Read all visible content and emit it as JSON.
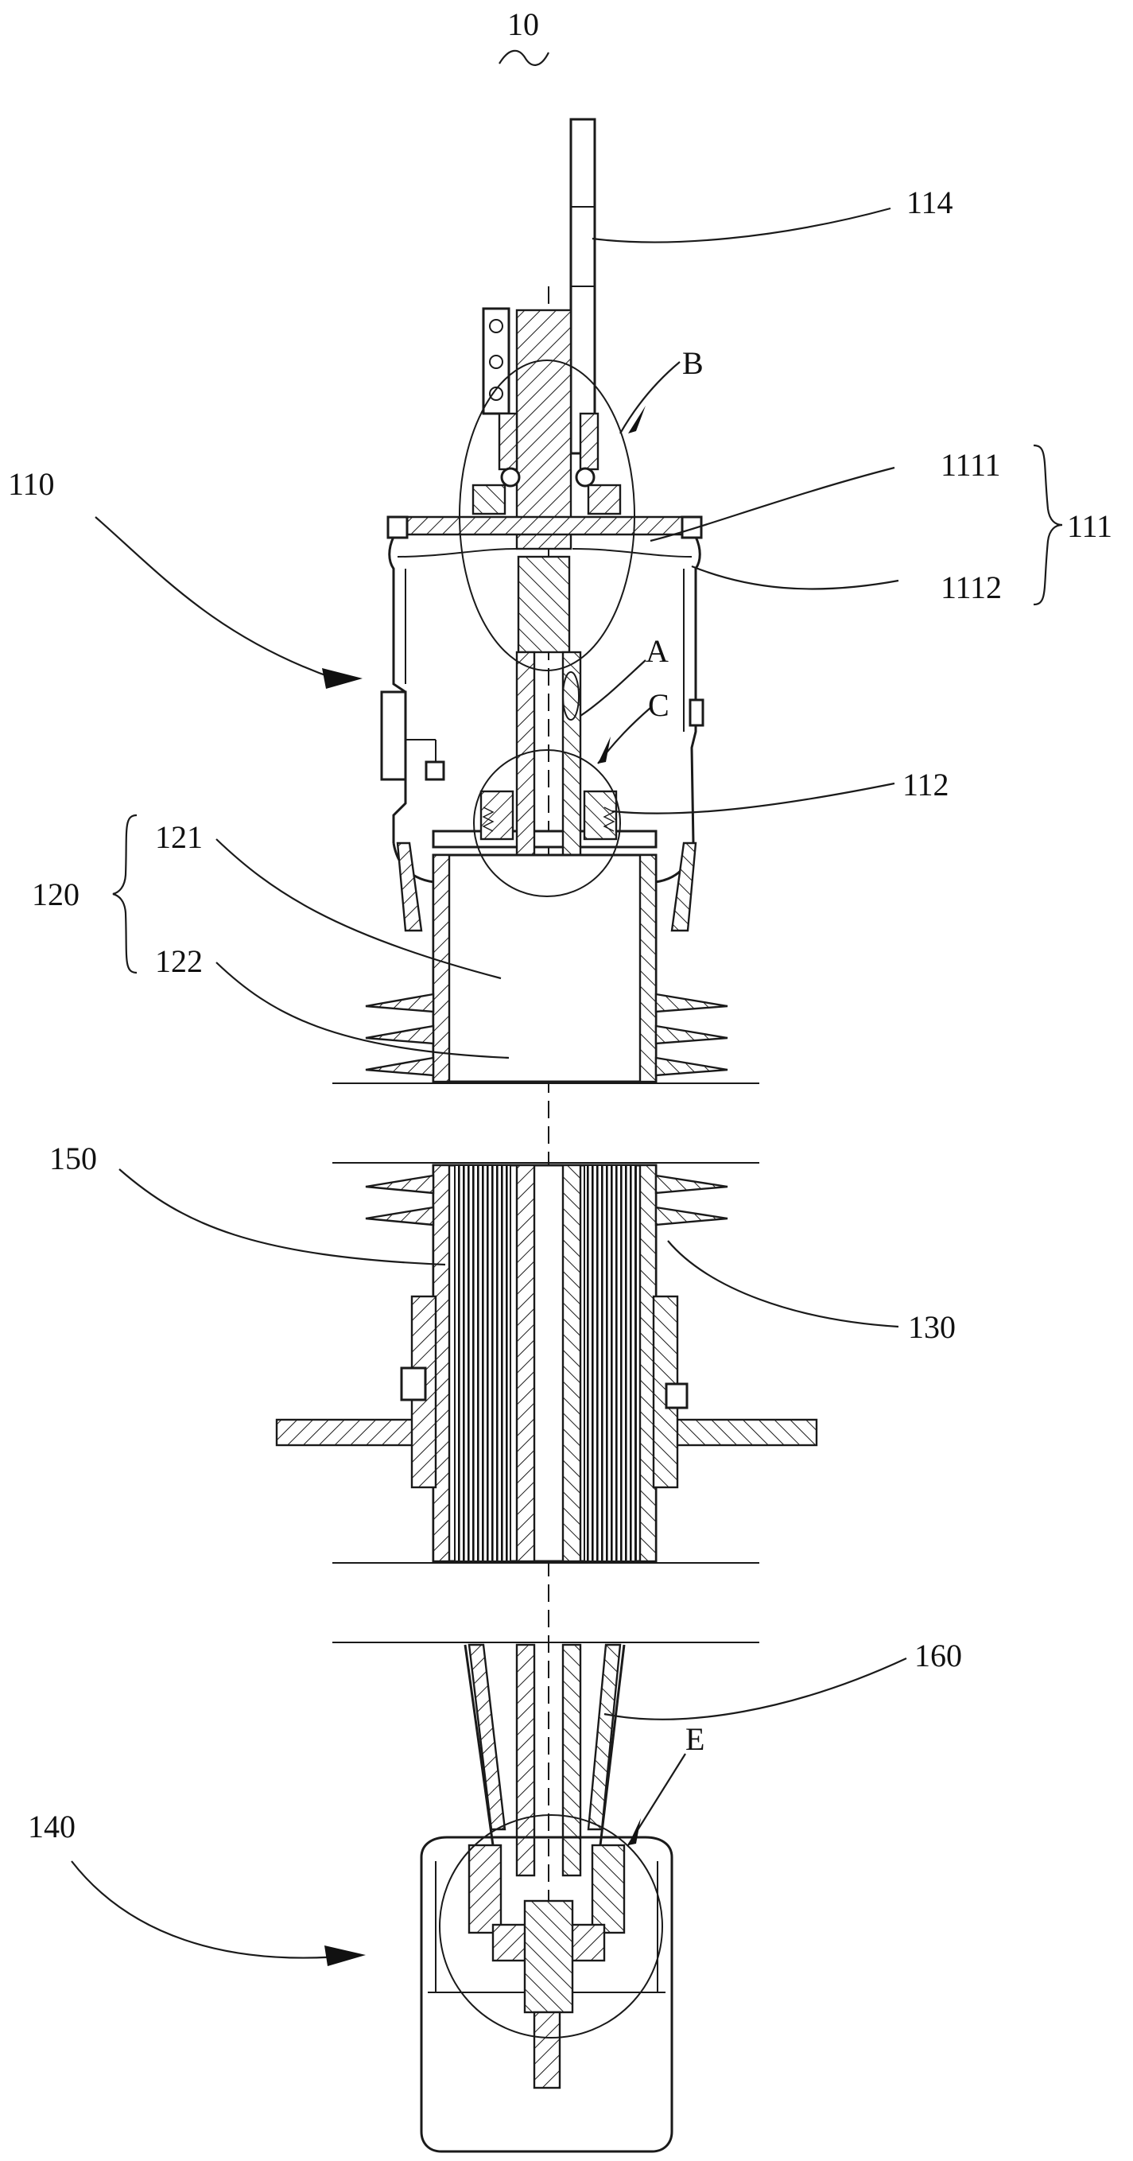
{
  "figure": {
    "assembly_label": "10",
    "labels": {
      "l114": "114",
      "lB": "B",
      "l1111": "1111",
      "l1112": "1112",
      "l111": "111",
      "l110": "110",
      "lA": "A",
      "lC": "C",
      "l112": "112",
      "l121": "121",
      "l120": "120",
      "l122": "122",
      "l150": "150",
      "l130": "130",
      "l160": "160",
      "lE": "E",
      "l140": "140"
    }
  }
}
